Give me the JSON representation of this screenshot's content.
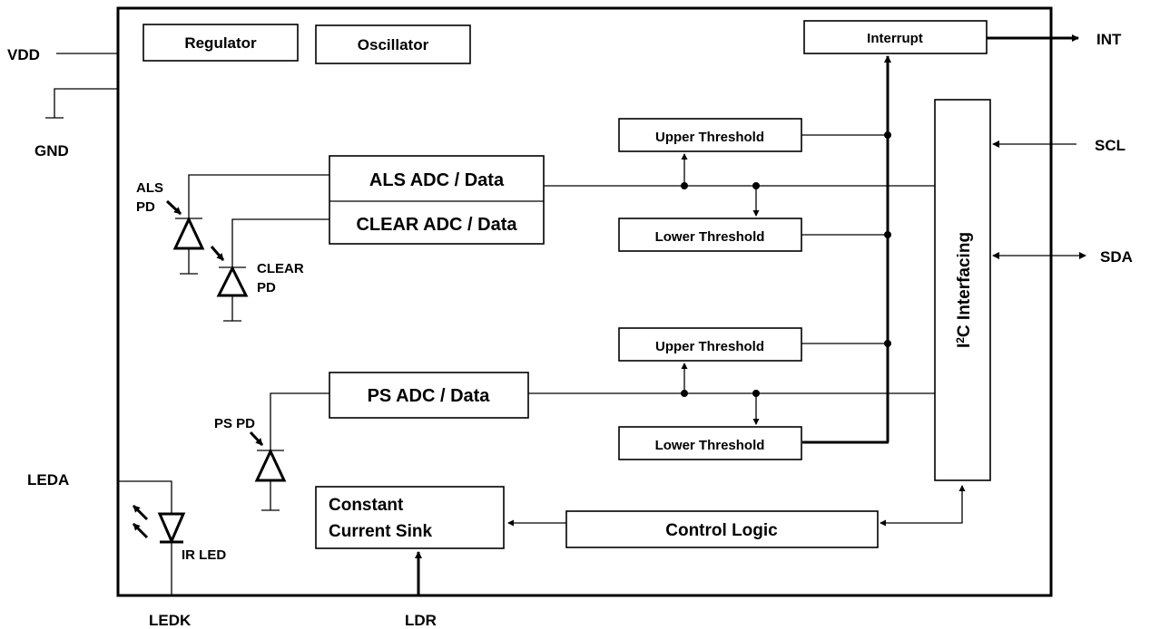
{
  "pins": {
    "vdd": "VDD",
    "gnd": "GND",
    "int": "INT",
    "scl": "SCL",
    "sda": "SDA",
    "leda": "LEDA",
    "ledk": "LEDK",
    "ldr": "LDR"
  },
  "blocks": {
    "regulator": "Regulator",
    "oscillator": "Oscillator",
    "interrupt": "Interrupt",
    "als_upper_threshold": "Upper Threshold",
    "als_lower_threshold": "Lower Threshold",
    "als_adc": "ALS ADC / Data",
    "clear_adc": "CLEAR ADC / Data",
    "ps_upper_threshold": "Upper Threshold",
    "ps_lower_threshold": "Lower Threshold",
    "ps_adc": "PS ADC / Data",
    "i2c_prefix": "I",
    "i2c_superscript": "2",
    "i2c_suffix": "C Interfacing",
    "current_sink_line1": "Constant",
    "current_sink_line2": "Current Sink",
    "control_logic": "Control Logic"
  },
  "components": {
    "als_pd_line1": "ALS",
    "als_pd_line2": "PD",
    "clear_pd_line1": "CLEAR",
    "clear_pd_line2": "PD",
    "ps_pd": "PS PD",
    "ir_led": "IR LED"
  }
}
